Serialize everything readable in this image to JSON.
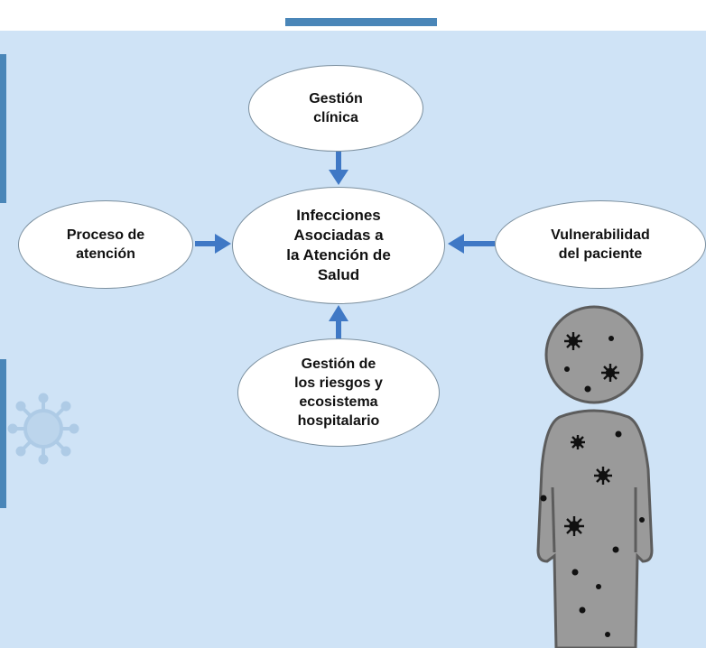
{
  "colors": {
    "panel": "#cfe3f6",
    "accent_bar": "#4a86b8",
    "arrow": "#3f78c5",
    "node_fill": "#ffffff",
    "figure_fill": "#9a9a9a"
  },
  "diagram": {
    "center": {
      "lines": [
        "Infecciones",
        "Asociadas a",
        "la Atención de",
        "Salud"
      ]
    },
    "top": {
      "lines": [
        "Gestión",
        "clínica"
      ]
    },
    "left": {
      "lines": [
        "Proceso de",
        "atención"
      ]
    },
    "right": {
      "lines": [
        "Vulnerabilidad",
        "del paciente"
      ]
    },
    "bottom": {
      "lines": [
        "Gestión de",
        "los riesgos y",
        "ecosistema",
        "hospitalario"
      ]
    }
  },
  "icons": [
    "virus-icon",
    "human-figure-icon"
  ]
}
